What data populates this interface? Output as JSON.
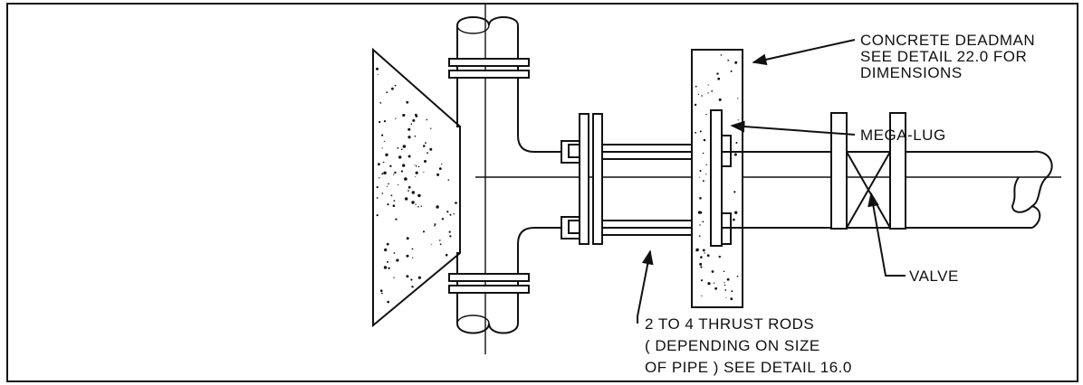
{
  "drawing": {
    "labels": {
      "deadman_line1": "CONCRETE DEADMAN",
      "deadman_line2": "SEE DETAIL 22.0 FOR",
      "deadman_line3": "DIMENSIONS",
      "megalug": "MEGA-LUG",
      "valve": "VALVE",
      "rods_line1": "2 TO 4 THRUST RODS",
      "rods_line2": "( DEPENDING ON SIZE",
      "rods_line3": "OF PIPE ) SEE DETAIL 16.0"
    }
  }
}
